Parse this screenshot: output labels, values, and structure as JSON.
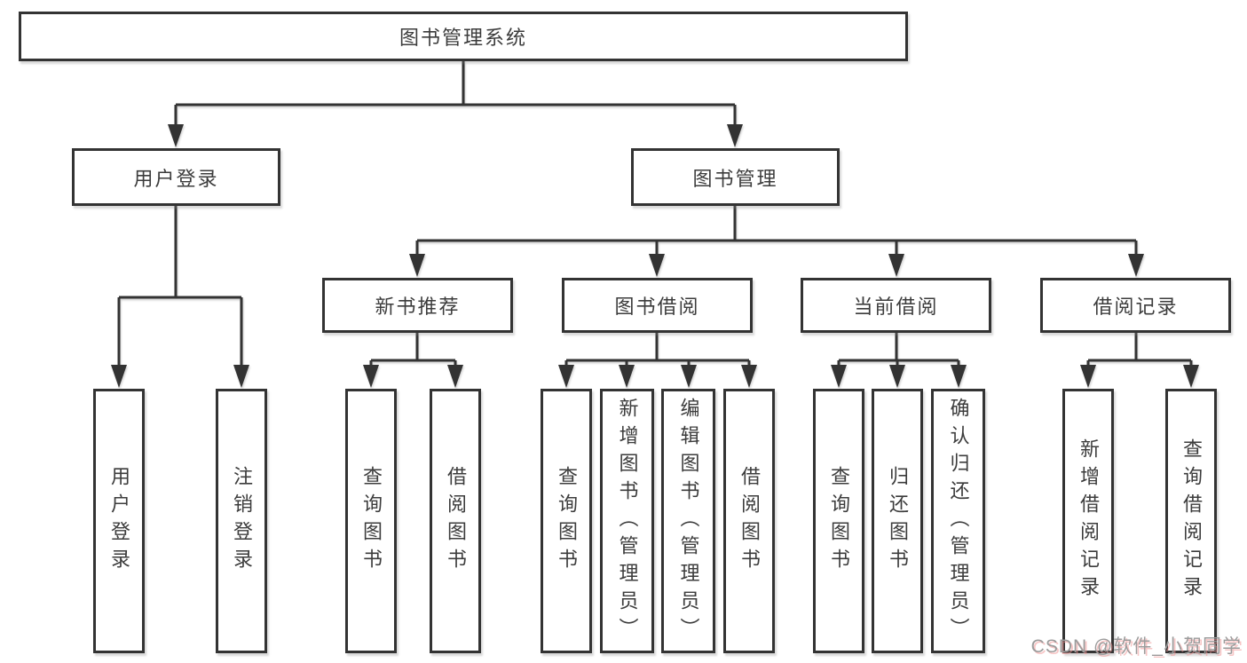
{
  "diagram": {
    "tree": {
      "label": "图书管理系统",
      "children": [
        {
          "label": "用户登录",
          "children": [
            {
              "label": "用户登录"
            },
            {
              "label": "注销登录"
            }
          ]
        },
        {
          "label": "图书管理",
          "children": [
            {
              "label": "新书推荐",
              "children": [
                {
                  "label": "查询图书"
                },
                {
                  "label": "借阅图书"
                }
              ]
            },
            {
              "label": "图书借阅",
              "children": [
                {
                  "label": "查询图书"
                },
                {
                  "label": "新增图书（管理员）"
                },
                {
                  "label": "编辑图书（管理员）"
                },
                {
                  "label": "借阅图书"
                }
              ]
            },
            {
              "label": "当前借阅",
              "children": [
                {
                  "label": "查询图书"
                },
                {
                  "label": "归还图书"
                },
                {
                  "label": "确认归还（管理员）"
                }
              ]
            },
            {
              "label": "借阅记录",
              "children": [
                {
                  "label": "新增借阅记录"
                },
                {
                  "label": "查询借阅记录"
                }
              ]
            }
          ]
        }
      ]
    },
    "colors": {
      "line": "#333333",
      "box_border": "#333333",
      "text": "#3c3c3c",
      "background": "#ffffff",
      "watermark": "#9b9b9b"
    },
    "watermark": {
      "text": "CSDN @软件_小贺同学"
    }
  }
}
